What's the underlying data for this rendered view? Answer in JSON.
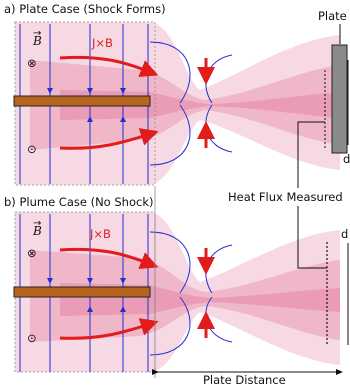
{
  "panels": {
    "a": {
      "title": "a) Plate Case (Shock Forms)"
    },
    "b": {
      "title": "b) Plume Case (No Shock)"
    }
  },
  "labels": {
    "jxb": "J×B",
    "b_field": "B",
    "plate": "Plate",
    "heat_flux": "Heat Flux Measured",
    "plate_distance": "Plate Distance",
    "d_symbol": "d"
  },
  "symbols": {
    "into_page": "⊗",
    "out_of_page": "⊙"
  },
  "colors": {
    "plume": "#e0698f",
    "field_lines": "#1f2fd6",
    "force_arrows": "#e31b1b",
    "electrode": "#b5651d",
    "plate_fill": "#8a8a8a"
  }
}
